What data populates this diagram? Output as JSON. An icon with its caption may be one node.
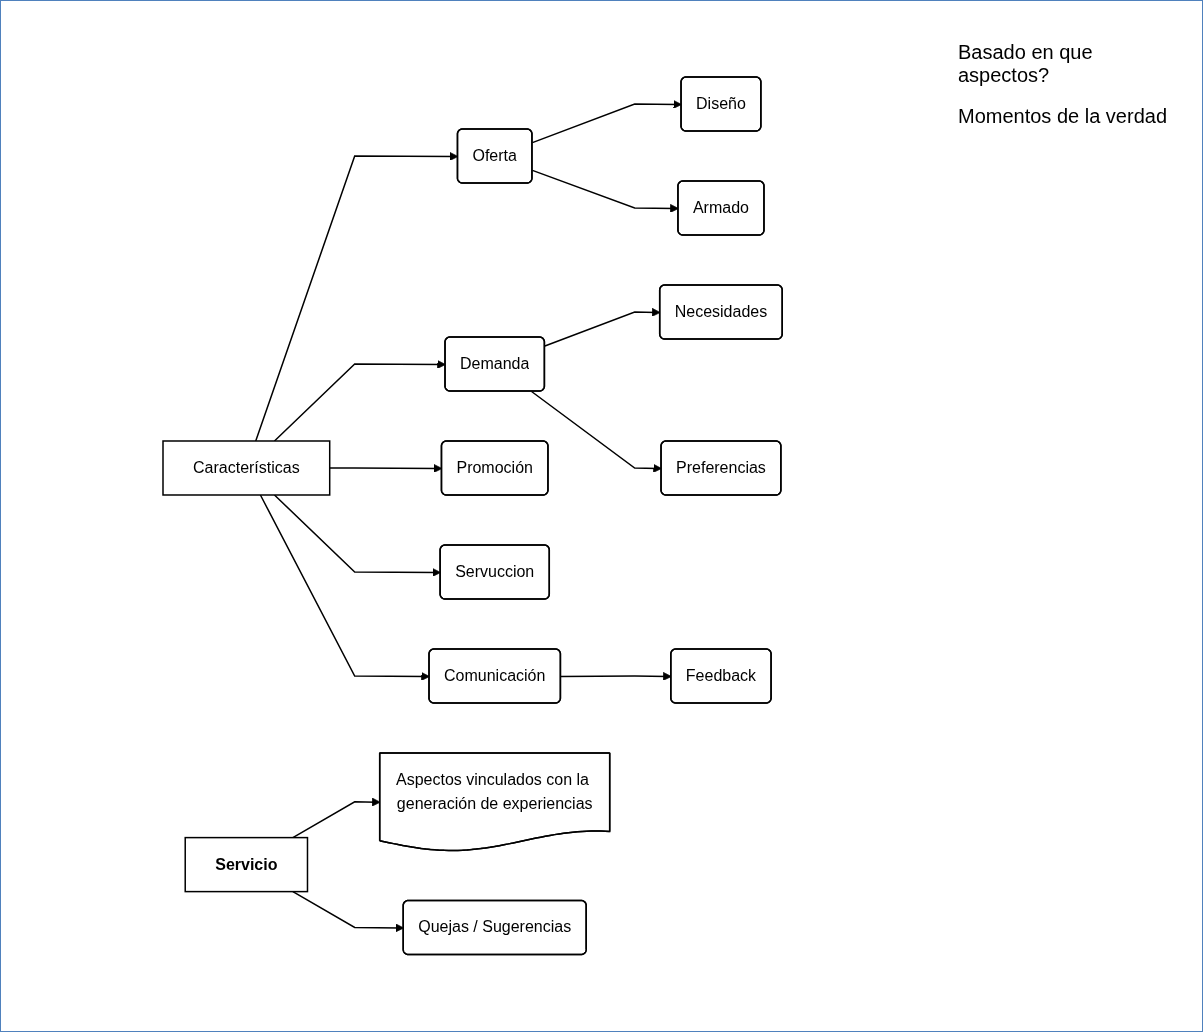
{
  "diagram": {
    "nodes": [
      {
        "text": [
          "Servicio"
        ]
      },
      {
        "text": [
          "Características"
        ]
      },
      {
        "text": [
          "Oferta"
        ]
      },
      {
        "text": [
          "Diseño"
        ]
      },
      {
        "text": [
          "Armado"
        ]
      },
      {
        "text": [
          "Demanda"
        ]
      },
      {
        "text": [
          "Necesidades"
        ]
      },
      {
        "text": [
          "Preferencias"
        ]
      },
      {
        "text": [
          "Promoción"
        ]
      },
      {
        "text": [
          "Servuccion"
        ]
      },
      {
        "text": [
          "Comunicación"
        ]
      },
      {
        "text": [
          "Feedback"
        ]
      },
      {
        "text": [
          "Aspectos vinculados con la generación de experiencias"
        ]
      },
      {
        "text": [
          "Quejas / Sugerencias"
        ]
      }
    ],
    "edges": [
      {
        "from": 1,
        "to": 2,
        "arrow": "to"
      },
      {
        "from": 2,
        "to": 3,
        "arrow": "to"
      },
      {
        "from": 2,
        "to": 4,
        "arrow": "to"
      },
      {
        "from": 1,
        "to": 5,
        "arrow": "to"
      },
      {
        "from": 5,
        "to": 6,
        "arrow": "to"
      },
      {
        "from": 5,
        "to": 7,
        "arrow": "to"
      },
      {
        "from": 1,
        "to": 8,
        "arrow": "to"
      },
      {
        "from": 1,
        "to": 9,
        "arrow": "to"
      },
      {
        "from": 1,
        "to": 10,
        "arrow": "to"
      },
      {
        "from": 10,
        "to": 11,
        "arrow": "to"
      },
      {
        "from": 0,
        "to": 12,
        "arrow": "to"
      },
      {
        "from": 0,
        "to": 13,
        "arrow": "to"
      }
    ],
    "labels": [
      "Basado en que aspectos?",
      "Momentos de la verdad"
    ]
  }
}
